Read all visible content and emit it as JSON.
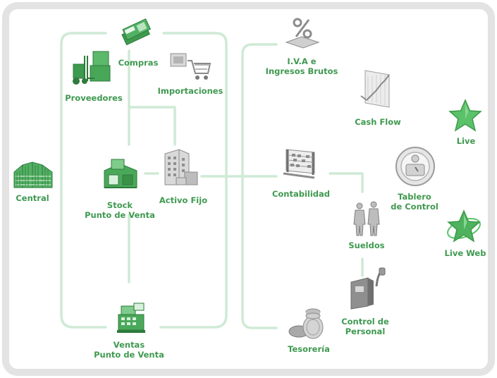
{
  "colors": {
    "connector": "#cfead5",
    "frame": "#e3e3e3",
    "label_green": "#3f9950",
    "icon_green": "#45a556",
    "icon_gray": "#a6a6a6"
  },
  "modules": {
    "compras": {
      "label": "Compras",
      "icon": "bills-icon"
    },
    "importaciones": {
      "label": "Importaciones",
      "icon": "shopping-cart-icon"
    },
    "proveedores": {
      "label": "Proveedores",
      "icon": "forklift-icon"
    },
    "central": {
      "label": "Central",
      "icon": "building-icon"
    },
    "stock": {
      "label_line1": "Stock",
      "label_line2": "Punto de Venta",
      "icon": "warehouse-icon"
    },
    "activo_fijo": {
      "label": "Activo Fijo",
      "icon": "office-building-icon"
    },
    "ventas": {
      "label_line1": "Ventas",
      "label_line2": "Punto de Venta",
      "icon": "cash-register-icon"
    },
    "iva": {
      "label_line1": "I.V.A  e",
      "label_line2": "Ingresos Brutos",
      "icon": "percent-icon"
    },
    "cash_flow": {
      "label": "Cash Flow",
      "icon": "line-chart-icon"
    },
    "live": {
      "label": "Live",
      "icon": "star-icon"
    },
    "contabilidad": {
      "label": "Contabilidad",
      "icon": "abacus-icon"
    },
    "tablero": {
      "label_line1": "Tablero",
      "label_line2": "de Control",
      "icon": "gauge-icon"
    },
    "sueldos": {
      "label": "Sueldos",
      "icon": "people-icon"
    },
    "live_web": {
      "label": "Live Web",
      "icon": "star-web-icon"
    },
    "control_personal": {
      "label_line1": "Control de",
      "label_line2": "Personal",
      "icon": "time-clock-icon"
    },
    "tesoreria": {
      "label": "Tesorería",
      "icon": "coins-icon"
    }
  }
}
